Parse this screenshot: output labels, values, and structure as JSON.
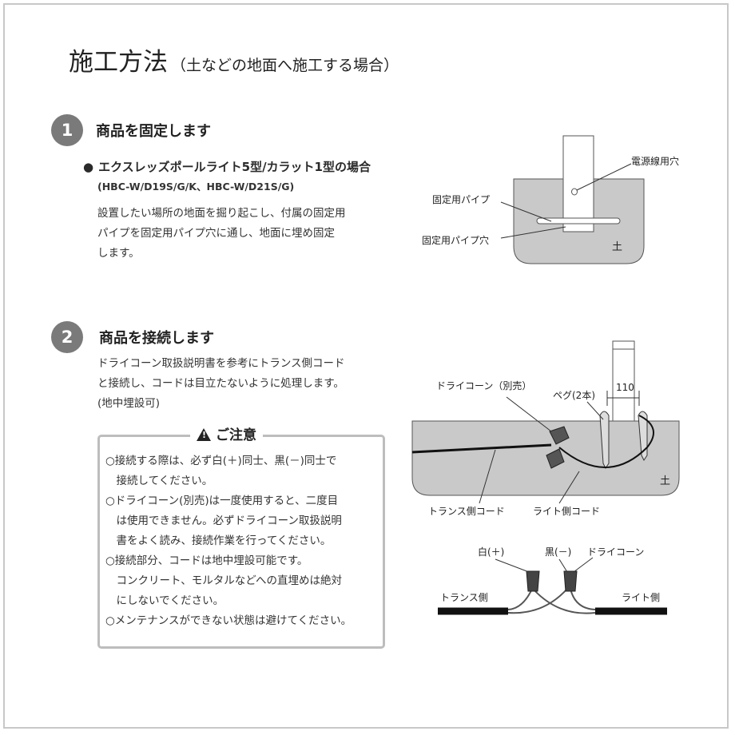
{
  "title": {
    "main": "施工方法",
    "sub": "（土などの地面へ施工する場合）"
  },
  "step1": {
    "number": "1",
    "heading": "商品を固定します",
    "bullet": "●",
    "case_title": "エクスレッズポールライト5型/カラット1型の場合",
    "models": "(HBC-W/D19S/G/K、HBC-W/D21S/G)",
    "body": "設置したい場所の地面を掘り起こし、付属の固定用\nパイプを固定用パイプ穴に通し、地面に埋め固定\nします。",
    "diagram": {
      "label_power_hole": "電源線用穴",
      "label_pipe": "固定用パイプ",
      "label_pipe_hole": "固定用パイプ穴",
      "label_soil": "土"
    }
  },
  "step2": {
    "number": "2",
    "heading": "商品を接続します",
    "body": "ドライコーン取扱説明書を参考にトランス側コード\nと接続し、コードは目立たないように処理します。\n(地中埋設可)",
    "caution_title": "ご注意",
    "caution_items": [
      "○接続する際は、必ず白(＋)同士、黒(－)同士で\n　接続してください。",
      "○ドライコーン(別売)は一度使用すると、二度目\n　は使用できません。必ずドライコーン取扱説明\n　書をよく読み、接続作業を行ってください。",
      "○接続部分、コードは地中埋設可能です。\n　コンクリート、モルタルなどへの直埋めは絶対\n　にしないでください。",
      "○メンテナンスができない状態は避けてください。"
    ],
    "diagram": {
      "label_drycone": "ドライコーン（別売）",
      "label_peg": "ペグ(2本)",
      "label_110": "110",
      "label_soil": "土",
      "label_trans_cord": "トランス側コード",
      "label_light_cord": "ライト側コード",
      "label_white": "白(＋)",
      "label_black": "黒(－)",
      "label_cone": "ドライコーン",
      "label_trans_side": "トランス側",
      "label_light_side": "ライト側"
    }
  }
}
